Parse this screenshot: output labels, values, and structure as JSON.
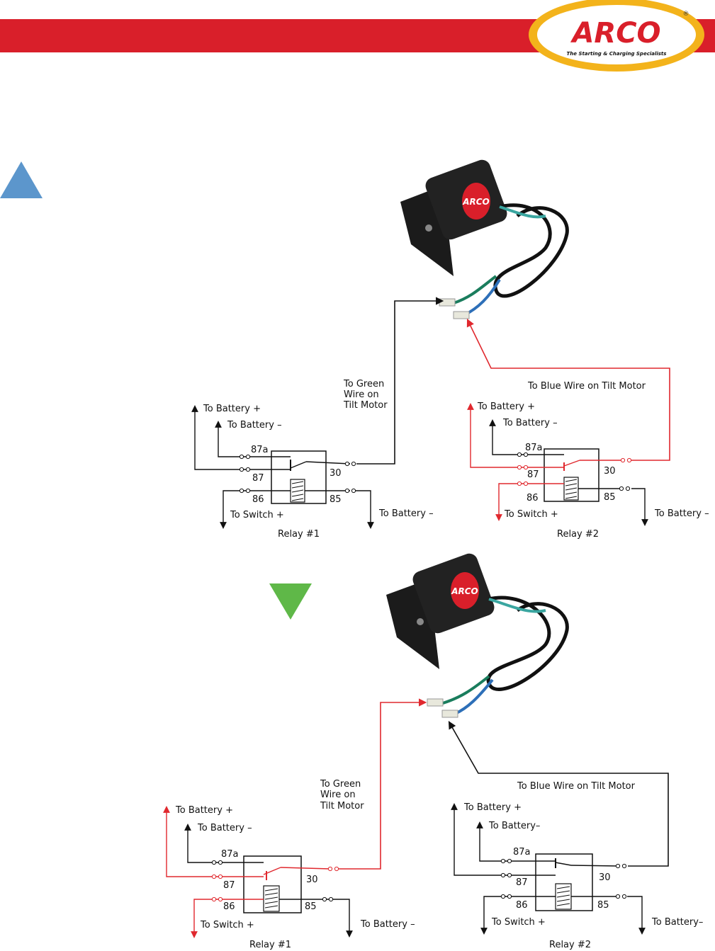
{
  "logo": {
    "brand": "ARCO",
    "tagline": "The Starting & Charging Specialists",
    "registered": "®"
  },
  "colors": {
    "header_red": "#d91f2a",
    "logo_gold": "#f3b31b",
    "up_arrow": "#5c96cc",
    "down_arrow": "#5fb848",
    "active_wire": "#e0282e",
    "wire": "#111111",
    "motor_body": "#222222"
  },
  "diagram_up": {
    "direction": "up",
    "motor_label": "ARCO",
    "green_wire_label": [
      "To Green",
      "Wire on",
      "Tilt Motor"
    ],
    "blue_wire_label": "To Blue Wire on Tilt Motor",
    "relay1": {
      "caption": "Relay #1",
      "battery_pos": "To Battery +",
      "battery_neg": "To Battery –",
      "switch_pos": "To Switch +",
      "battery_neg_85": "To Battery –",
      "pins": {
        "p87a": "87a",
        "p87": "87",
        "p86": "86",
        "p85": "85",
        "p30": "30"
      }
    },
    "relay2": {
      "caption": "Relay #2",
      "battery_pos": "To Battery +",
      "battery_neg": "To Battery –",
      "switch_pos": "To Switch +",
      "battery_neg_85": "To Battery –",
      "pins": {
        "p87a": "87a",
        "p87": "87",
        "p86": "86",
        "p85": "85",
        "p30": "30"
      }
    }
  },
  "diagram_down": {
    "direction": "down",
    "motor_label": "ARCO",
    "green_wire_label": [
      "To Green",
      "Wire on",
      "Tilt Motor"
    ],
    "blue_wire_label": "To Blue Wire on Tilt Motor",
    "relay1": {
      "caption": "Relay #1",
      "battery_pos": "To Battery +",
      "battery_neg": "To Battery –",
      "switch_pos": "To Switch +",
      "battery_neg_85": "To Battery –",
      "pins": {
        "p87a": "87a",
        "p87": "87",
        "p86": "86",
        "p85": "85",
        "p30": "30"
      }
    },
    "relay2": {
      "caption": "Relay #2",
      "battery_pos": "To Battery +",
      "battery_neg": "To Battery–",
      "switch_pos": "To Switch +",
      "battery_neg_85": "To Battery–",
      "pins": {
        "p87a": "87a",
        "p87": "87",
        "p86": "86",
        "p85": "85",
        "p30": "30"
      }
    }
  }
}
